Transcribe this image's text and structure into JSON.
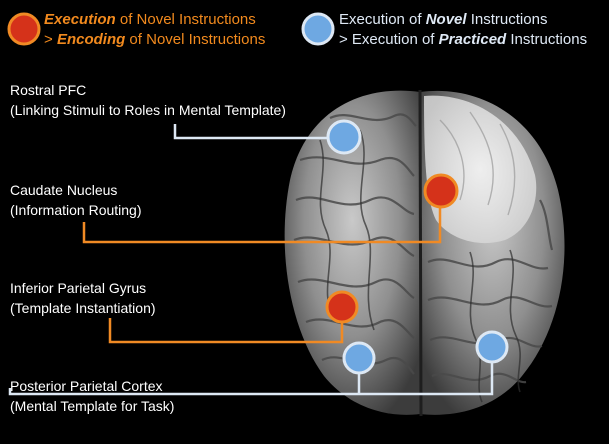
{
  "legend": {
    "orange": {
      "color": "#d5321a",
      "line1_em": "Execution",
      "line1_rest": " of Novel Instructions",
      "line2_pre": "> ",
      "line2_em": "Encoding",
      "line2_rest": " of Novel Instructions"
    },
    "blue": {
      "color": "#6ea8e2",
      "line1_pre": "Execution of ",
      "line1_em": "Novel",
      "line1_rest": " Instructions",
      "line2_pre": "> Execution of ",
      "line2_em": "Practiced",
      "line2_rest": " Instructions"
    }
  },
  "regions": [
    {
      "name": "Rostral PFC",
      "function": "(Linking Stimuli to Roles in Mental Template)",
      "type": "blue"
    },
    {
      "name": "Caudate Nucleus",
      "function": "(Information Routing)",
      "type": "orange"
    },
    {
      "name": "Inferior Parietal Gyrus",
      "function": "(Template Instantiation)",
      "type": "orange"
    },
    {
      "name": "Posterior Parietal Cortex",
      "function": "(Mental Template for Task)",
      "type": "blue"
    }
  ],
  "colors": {
    "orange_line": "#f08a24",
    "blue_line": "#dde8f4",
    "orange_marker": "#d5321a",
    "blue_marker": "#6ea8e2"
  }
}
